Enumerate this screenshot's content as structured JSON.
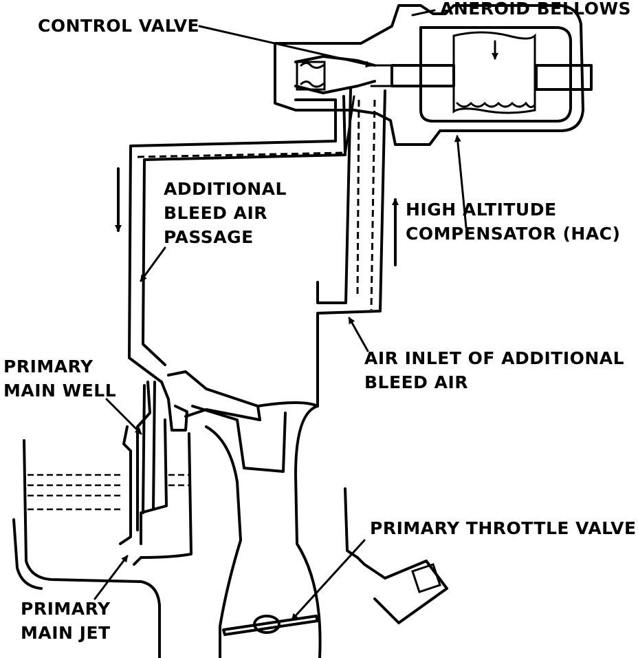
{
  "labels": {
    "aneroid_bellows": "ANEROID BELLOWS",
    "control_valve": "CONTROL VALVE",
    "additional_bleed_air_passage": [
      "ADDITIONAL",
      "BLEED AIR",
      "PASSAGE"
    ],
    "high_altitude_compensator": [
      "HIGH ALTITUDE",
      "COMPENSATOR (HAC)"
    ],
    "air_inlet": [
      "AIR INLET OF ADDITIONAL",
      "BLEED AIR"
    ],
    "primary_main_well": [
      "PRIMARY",
      "MAIN WELL"
    ],
    "primary_throttle_valve": "PRIMARY THROTTLE VALVE",
    "primary_main_jet": [
      "PRIMARY",
      "MAIN JET"
    ]
  },
  "flow_arrows": [
    {
      "name": "downward-flow-arrow",
      "direction": "down"
    },
    {
      "name": "upward-flow-arrow",
      "direction": "up"
    }
  ],
  "colors": {
    "ink": "#000000",
    "paper": "#ffffff"
  }
}
